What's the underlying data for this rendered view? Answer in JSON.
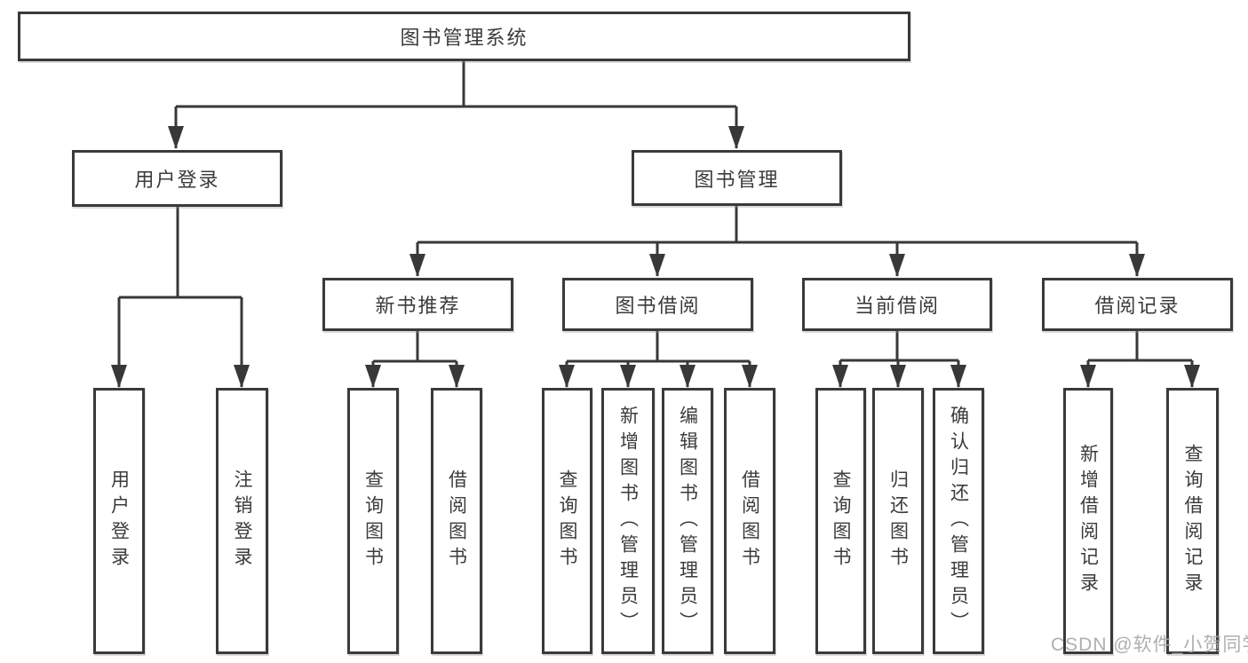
{
  "diagram": {
    "root": {
      "label": "图书管理系统"
    },
    "level1": [
      {
        "label": "用户登录"
      },
      {
        "label": "图书管理"
      }
    ],
    "level2": [
      {
        "label": "新书推荐"
      },
      {
        "label": "图书借阅"
      },
      {
        "label": "当前借阅"
      },
      {
        "label": "借阅记录"
      }
    ],
    "leaves": {
      "user_login": [
        "用户登录",
        "注销登录"
      ],
      "new_books": [
        "查询图书",
        "借阅图书"
      ],
      "book_borrow": [
        "查询图书",
        "新增图书（管理员）",
        "编辑图书（管理员）",
        "借阅图书"
      ],
      "current_borrow": [
        "查询图书",
        "归还图书",
        "确认归还（管理员）"
      ],
      "borrow_records": [
        "新增借阅记录",
        "查询借阅记录"
      ]
    },
    "colors": {
      "line": "#383838",
      "box_border": "#3a3a3a",
      "text": "#3b3b3b",
      "watermark": "#a8a8a8",
      "background": "#ffffff"
    }
  },
  "watermark": {
    "text": "CSDN @软件_小贺同学"
  }
}
